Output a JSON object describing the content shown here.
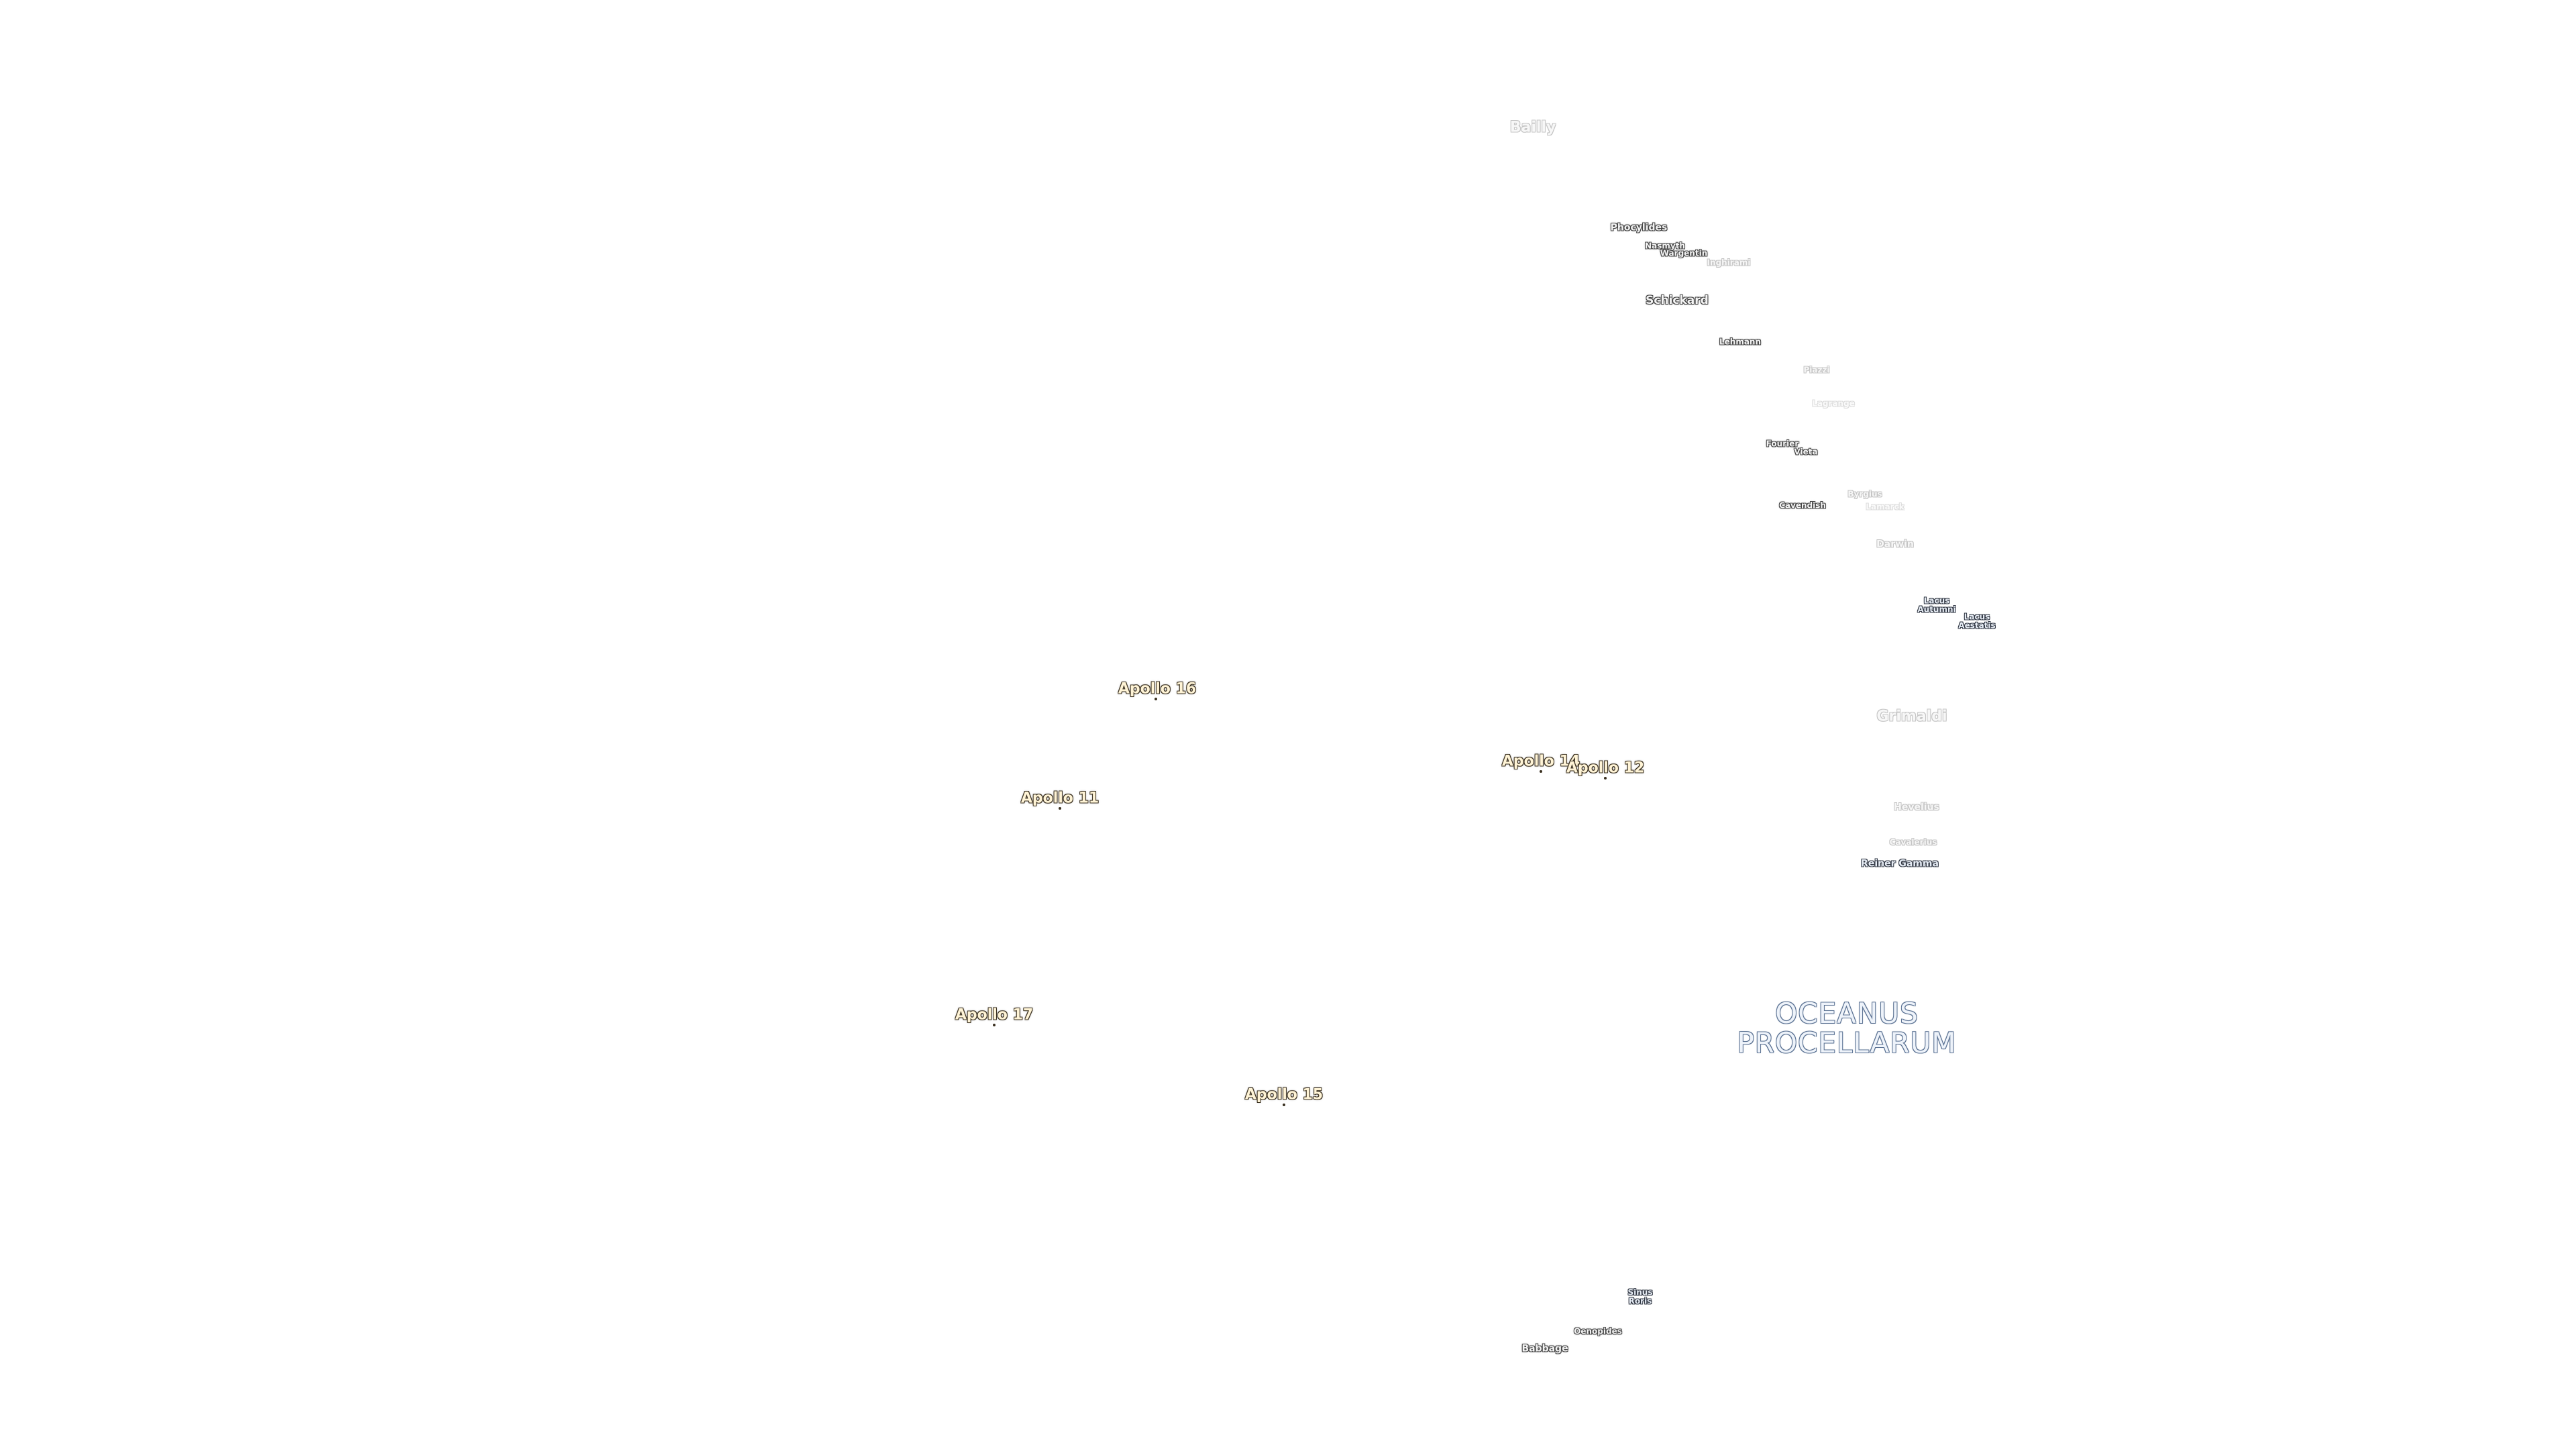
{
  "map": {
    "region": {
      "name_line1": "OCEANUS",
      "name_line2": "PROCELLARUM"
    },
    "craters": {
      "bailly": "Bailly",
      "phocylides": "Phocylides",
      "nasmyth": "Nasmyth",
      "wargentin": "Wargentin",
      "inghirami": "Inghirami",
      "schickard": "Schickard",
      "lehmann": "Lehmann",
      "piazzi": "Piazzi",
      "lagrange": "Lagrange",
      "fourier": "Fourier",
      "vieta": "Vieta",
      "byrgius": "Byrgius",
      "cavendish": "Cavendish",
      "lamarck": "Lamarck",
      "darwin": "Darwin",
      "lacus_autumni_1": "Lacus",
      "lacus_autumni_2": "Autumni",
      "lacus_aestatis_1": "Lacus",
      "lacus_aestatis_2": "Aestatis",
      "grimaldi": "Grimaldi",
      "hevelius": "Hevelius",
      "cavalerius": "Cavalerius",
      "reiner_gamma": "Reiner Gamma",
      "sinus_roris_1": "Sinus",
      "sinus_roris_2": "Roris",
      "oenopides": "Oenopides",
      "babbage": "Babbage"
    },
    "apollo_sites": {
      "a16": "Apollo 16",
      "a14": "Apollo 14",
      "a12": "Apollo 12",
      "a11": "Apollo 11",
      "a17": "Apollo 17",
      "a15": "Apollo 15"
    }
  },
  "colors": {
    "background": "#ffffff",
    "crater_outline": "#444444",
    "apollo_fill": "#fff4d6",
    "ocean_outline": "#5c7394"
  }
}
